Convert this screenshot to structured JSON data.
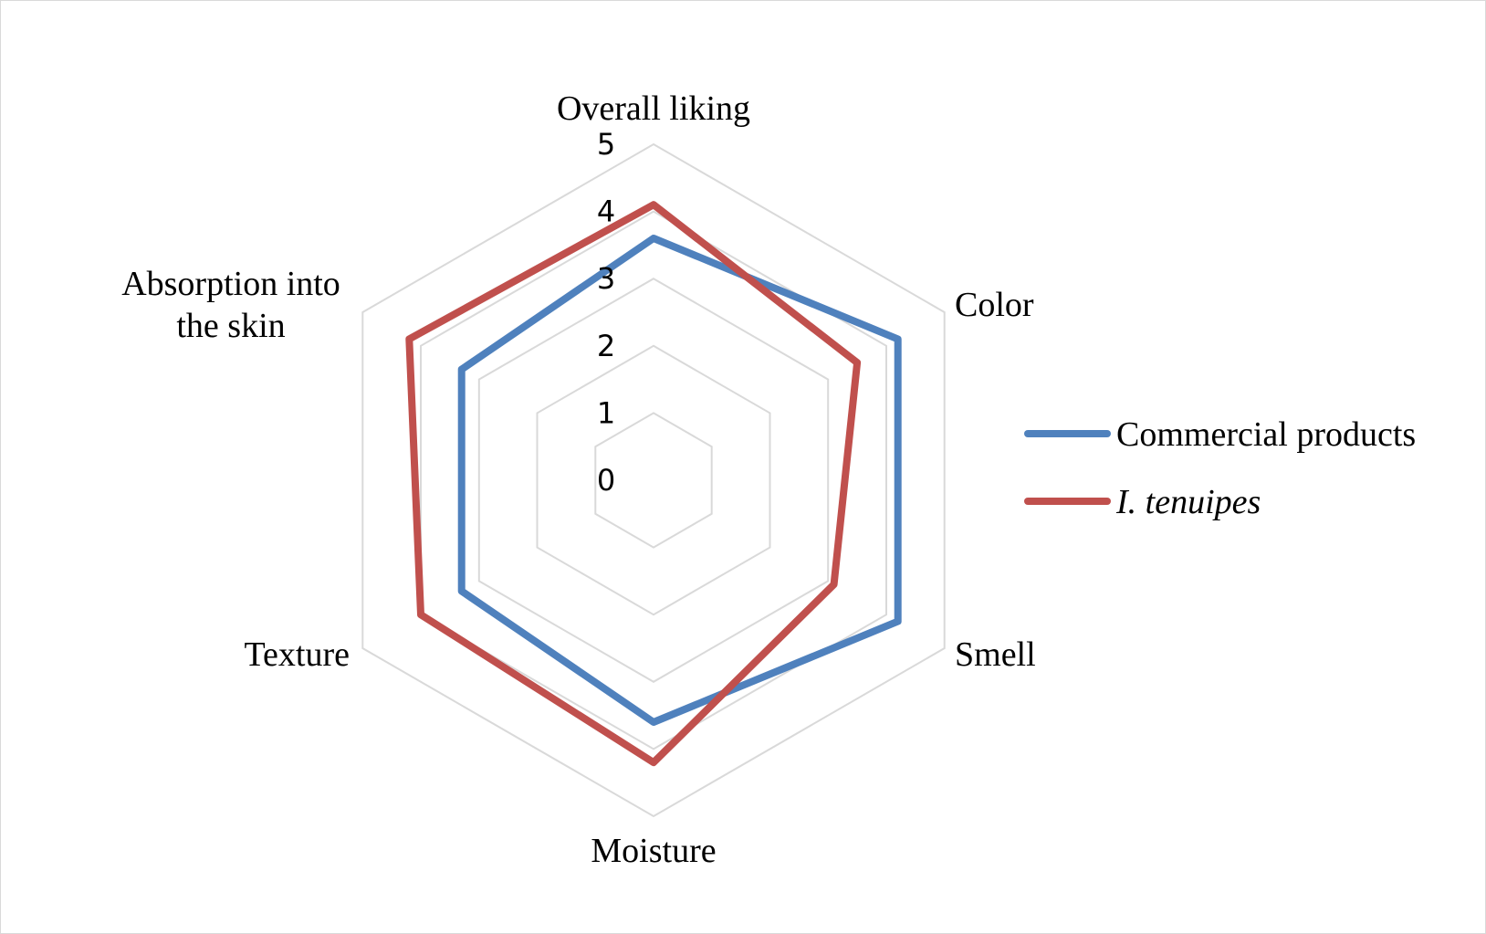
{
  "chart_data": {
    "type": "radar",
    "categories": [
      "Overall liking",
      "Color",
      "Smell",
      "Moisture",
      "Texture",
      "Absorption into the skin"
    ],
    "series": [
      {
        "name": "Commercial products",
        "values": [
          3.6,
          4.2,
          4.2,
          3.6,
          3.3,
          3.3
        ],
        "color": "#4f81bd"
      },
      {
        "name": "I. tenuipes",
        "values": [
          4.1,
          3.5,
          3.1,
          4.2,
          4.0,
          4.2
        ],
        "color": "#c0504d"
      }
    ],
    "rlim": [
      0,
      5
    ],
    "ticks": [
      "0",
      "1",
      "2",
      "3",
      "4",
      "5"
    ],
    "grid": true,
    "grid_color": "#d9d9d9",
    "legend": "right"
  }
}
